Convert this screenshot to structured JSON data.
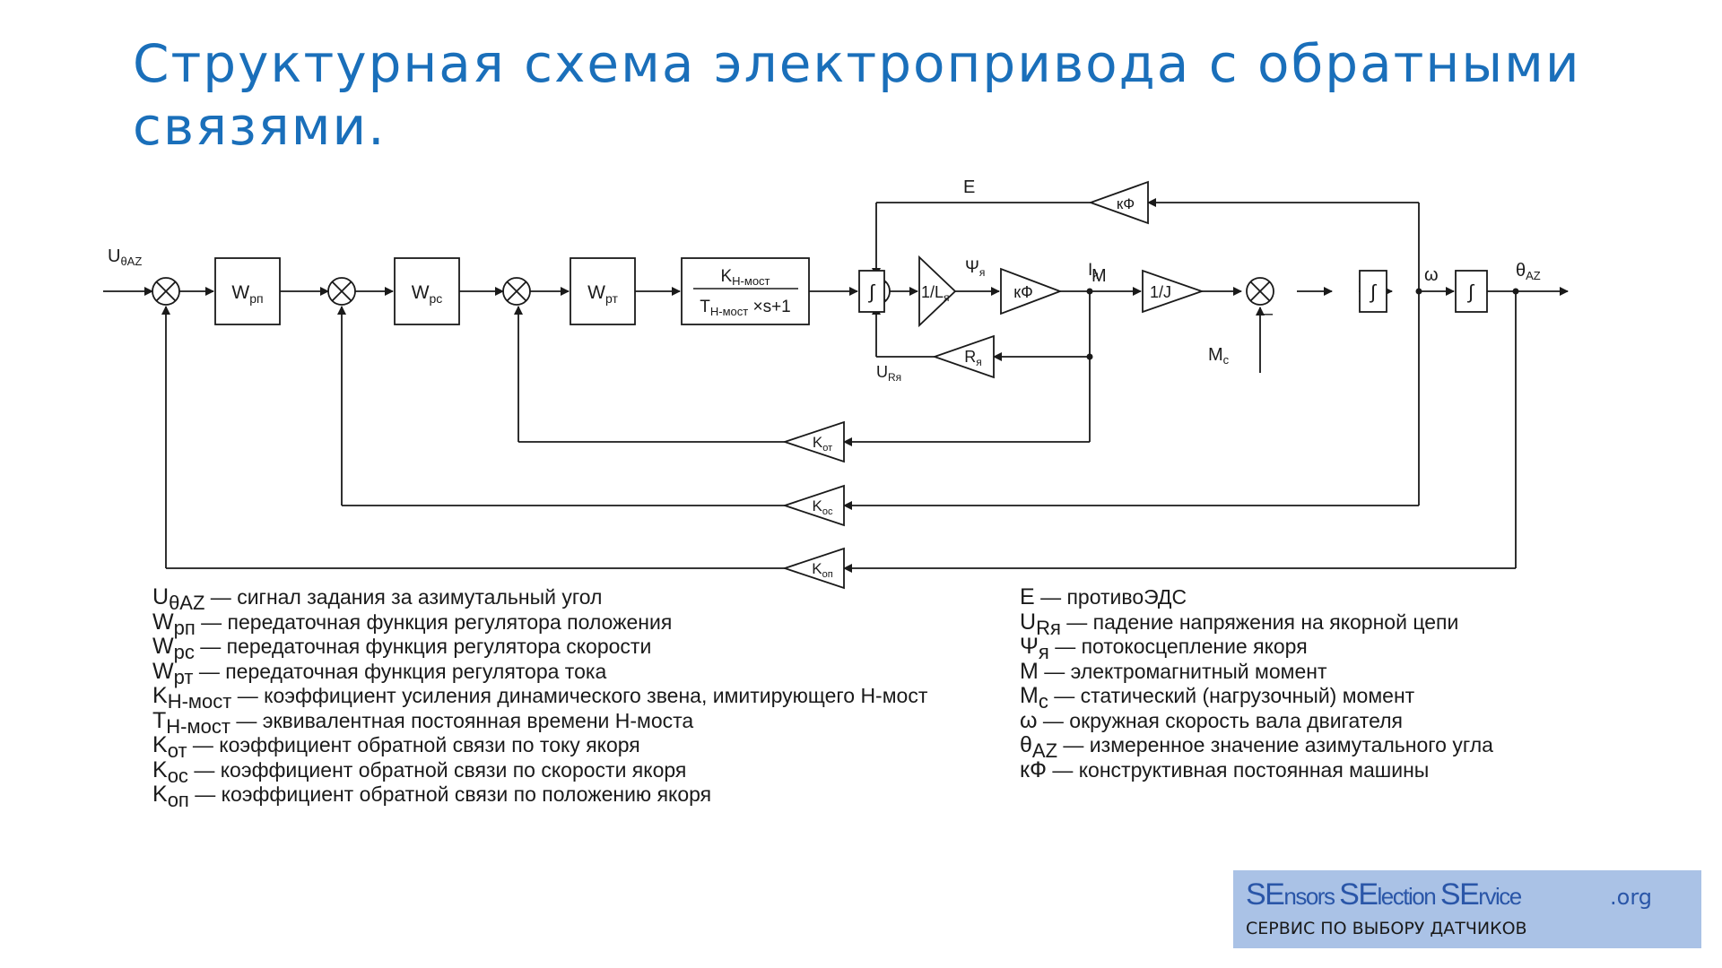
{
  "title": "Структурная схема электропривода с обратными связями.",
  "diagram": {
    "input_signal": "U",
    "input_signal_sub": "θAZ",
    "blocks": {
      "w_rp": {
        "main": "W",
        "sub": "рп"
      },
      "w_rs": {
        "main": "W",
        "sub": "рс"
      },
      "w_rt": {
        "main": "W",
        "sub": "рт"
      },
      "bridge_num": {
        "main": "K",
        "sub": "Н-мост"
      },
      "bridge_den": {
        "main": "T",
        "sub": "Н-мост",
        "tail": " ×s+1"
      },
      "integ_1": "∫",
      "inv_l": {
        "main": "1/L",
        "sub": "я"
      },
      "kf_fwd": "кФ",
      "inv_j": "1/J",
      "integ_2": "∫",
      "integ_3": "∫",
      "kf_back": "кФ",
      "r_ya": {
        "main": "R",
        "sub": "я"
      },
      "k_ot": {
        "main": "K",
        "sub": "от"
      },
      "k_os": {
        "main": "K",
        "sub": "ос"
      },
      "k_op": {
        "main": "K",
        "sub": "оп"
      }
    },
    "signals": {
      "e": "E",
      "psi": {
        "main": "Ψ",
        "sub": "я"
      },
      "i": {
        "main": "I",
        "sub": "я"
      },
      "m": "M",
      "omega": "ω",
      "theta": {
        "main": "θ",
        "sub": "AZ"
      },
      "u_r": {
        "main": "U",
        "sub": "Rя"
      },
      "mc": {
        "main": "M",
        "sub": "с"
      },
      "minus": "–"
    }
  },
  "legend": {
    "left": [
      {
        "sym": "U",
        "sub": "θAZ",
        "text": " — сигнал задания за азимутальный угол"
      },
      {
        "sym": "W",
        "sub": "рп",
        "text": " — передаточная функция регулятора положения"
      },
      {
        "sym": "W",
        "sub": "рс",
        "text": " — передаточная функция регулятора скорости"
      },
      {
        "sym": "W",
        "sub": "рт",
        "text": " — передаточная функция регулятора тока"
      },
      {
        "sym": "K",
        "sub": "Н-мост",
        "text": " — коэффициент усиления динамического звена, имитирующего Н-мост"
      },
      {
        "sym": "T",
        "sub": "Н-мост",
        "text": " — эквивалентная постоянная времени Н-моста"
      },
      {
        "sym": "K",
        "sub": "от",
        "text": " — коэффициент обратной связи по току якоря"
      },
      {
        "sym": "K",
        "sub": "ос",
        "text": " — коэффициент обратной связи по скорости якоря"
      },
      {
        "sym": "K",
        "sub": "оп",
        "text": " — коэффициент обратной связи по положению якоря"
      }
    ],
    "right": [
      {
        "sym": "E",
        "sub": "",
        "text": " — противоЭДС"
      },
      {
        "sym": "U",
        "sub": "Rя",
        "text": " — падение напряжения на якорной цепи"
      },
      {
        "sym": "Ψ",
        "sub": "я",
        "text": " — потокосцепление якоря"
      },
      {
        "sym": "M",
        "sub": "",
        "text": " — электромагнитный момент"
      },
      {
        "sym": "M",
        "sub": "c",
        "text": " — статический (нагрузочный) момент"
      },
      {
        "sym": "ω",
        "sub": "",
        "text": " — окружная скорость вала двигателя"
      },
      {
        "sym": "θ",
        "sub": "AZ",
        "text": " — измеренное значение азимутального угла"
      },
      {
        "sym": "кФ",
        "sub": "",
        "text": " — конструктивная постоянная машины"
      }
    ]
  },
  "logo": {
    "se1": "SE",
    "w1": "nsors ",
    "se2": "SE",
    "w2": "lection ",
    "se3": "SE",
    "w3": "rvice",
    "org": ".org",
    "tagline": "СЕРВИС ПО ВЫБОРУ ДАТЧИКОВ"
  },
  "colors": {
    "title": "#1a6fba",
    "logo_bg": "#aac2e6",
    "logo_text": "#2a56a8"
  }
}
